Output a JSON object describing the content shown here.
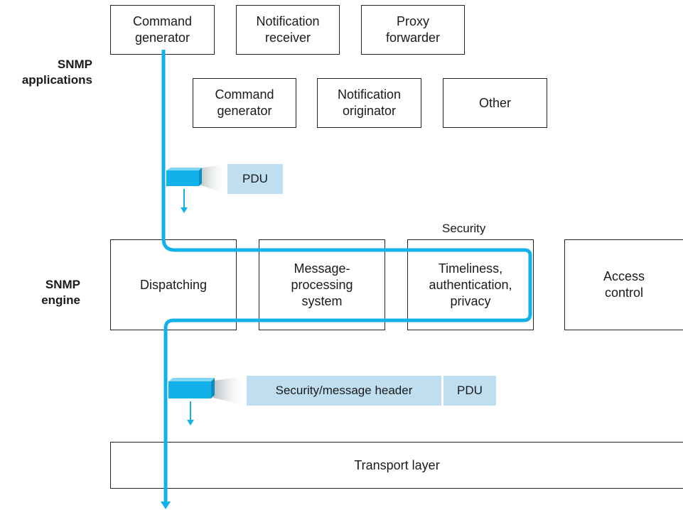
{
  "applications": {
    "label": "SNMP\napplications",
    "top_row": [
      "Command\ngenerator",
      "Notification\nreceiver",
      "Proxy\nforwarder"
    ],
    "second_row": [
      "Command\ngenerator",
      "Notification\noriginator",
      "Other"
    ]
  },
  "engine": {
    "label": "SNMP\nengine",
    "security_label": "Security",
    "modules": [
      "Dispatching",
      "Message-\nprocessing\nsystem",
      "Timeliness,\nauthentication,\nprivacy",
      "Access\ncontrol"
    ]
  },
  "packets": {
    "pdu_label": "PDU",
    "header_label": "Security/message header",
    "pdu2_label": "PDU"
  },
  "transport": {
    "label": "Transport layer"
  },
  "colors": {
    "flow_line": "#12b1e9",
    "packet_fill": "#bfdff0"
  }
}
